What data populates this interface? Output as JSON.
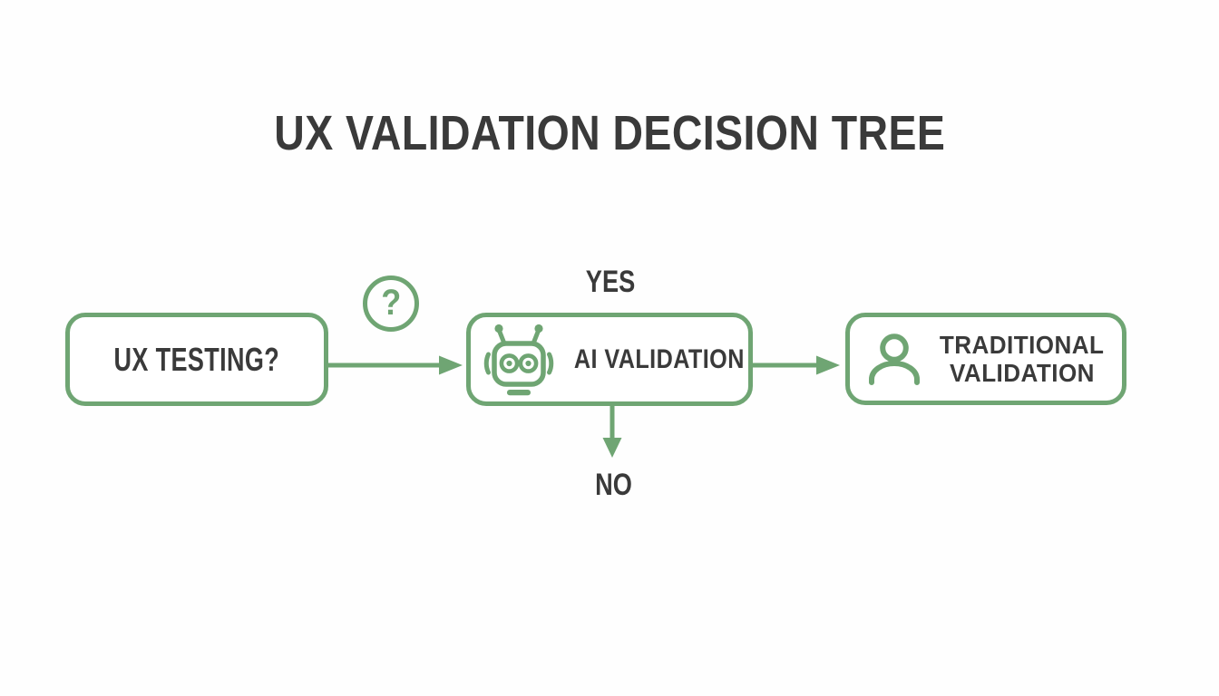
{
  "title": "UX VALIDATION DECISION TREE",
  "colors": {
    "green": "#6FA573",
    "text": "#3A3A3A",
    "background": "#FEFEFE"
  },
  "nodes": {
    "start": {
      "label": "UX TESTING?"
    },
    "ai": {
      "label": "AI VALIDATION",
      "icon": "robot-icon"
    },
    "traditional": {
      "label_line1": "TRADITIONAL",
      "label_line2": "VALIDATION",
      "icon": "person-icon"
    }
  },
  "edges": {
    "decision_mark": "?",
    "yes_label": "YES",
    "no_label": "NO"
  }
}
